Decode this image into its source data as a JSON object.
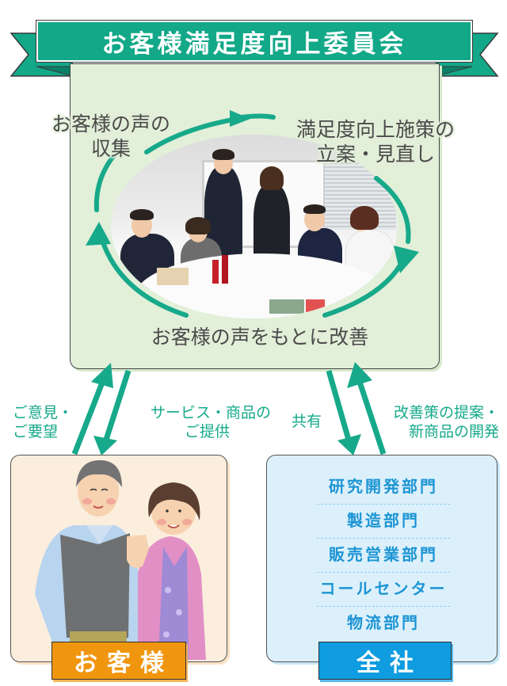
{
  "committee": {
    "title": "お客様満足度向上委員会",
    "cycle": {
      "collect": [
        "お客様の声の",
        "収集"
      ],
      "plan": [
        "満足度向上施策の",
        "立案・見直し"
      ],
      "improve": "お客様の声をもとに改善"
    },
    "photo_description": "meeting-photo"
  },
  "flows": {
    "customer_to_committee": [
      "ご意見・",
      "ご要望"
    ],
    "committee_to_customer": [
      "サービス・商品の",
      "ご提供"
    ],
    "committee_to_company": "共有",
    "company_to_committee": [
      "改善策の提案・",
      "新商品の開発"
    ]
  },
  "customer": {
    "label": "お客様",
    "illustration": "elderly-couple-illustration"
  },
  "company": {
    "label": "全社",
    "departments": [
      "研究開発部門",
      "製造部門",
      "販売営業部門",
      "コールセンター",
      "物流部門"
    ]
  },
  "colors": {
    "ribbon_green": "#12a888",
    "arrow_green": "#16a98a",
    "committee_bg": "#e2efd9",
    "customer_bg": "#fbeedd",
    "company_bg": "#dcf0fb",
    "customer_tag": "#f0960e",
    "company_tag": "#0f9ce0",
    "dept_text": "#1c95d4"
  }
}
